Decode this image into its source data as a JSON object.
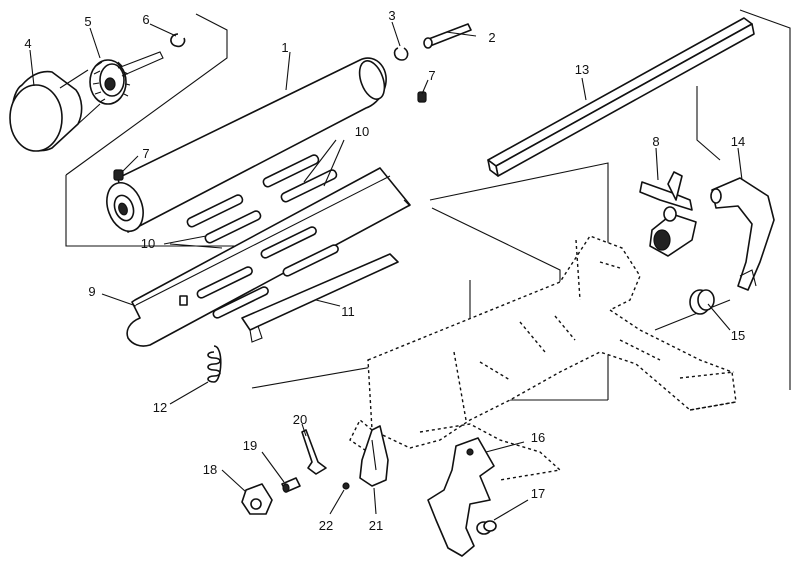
{
  "callouts": [
    "1",
    "2",
    "3",
    "4",
    "5",
    "6",
    "7",
    "7",
    "8",
    "9",
    "10",
    "10",
    "11",
    "12",
    "13",
    "14",
    "15",
    "16",
    "17",
    "18",
    "19",
    "20",
    "21",
    "22"
  ]
}
